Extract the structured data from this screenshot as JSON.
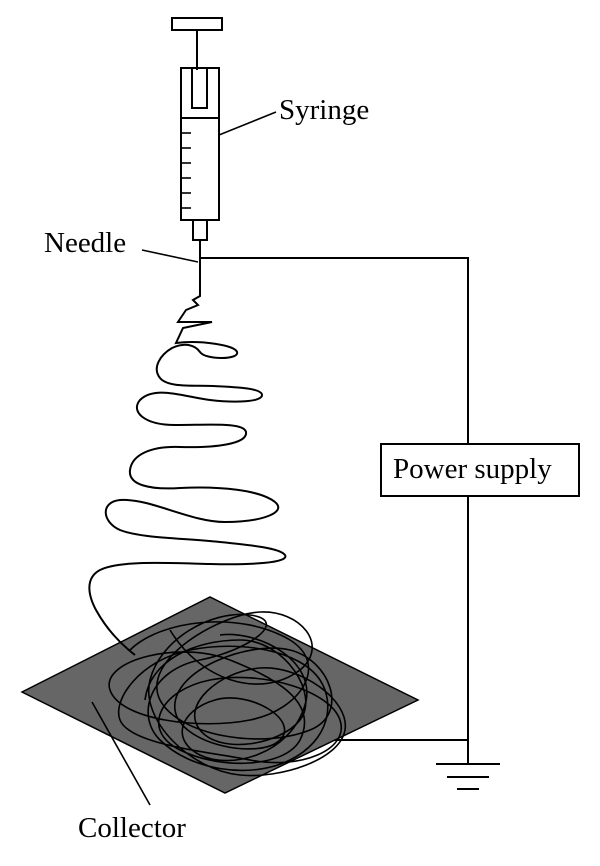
{
  "labels": {
    "syringe": "Syringe",
    "needle": "Needle",
    "power_supply": "Power supply",
    "collector": "Collector"
  },
  "colors": {
    "collector_fill": "#666666",
    "stroke": "#000000",
    "background": "#ffffff"
  }
}
